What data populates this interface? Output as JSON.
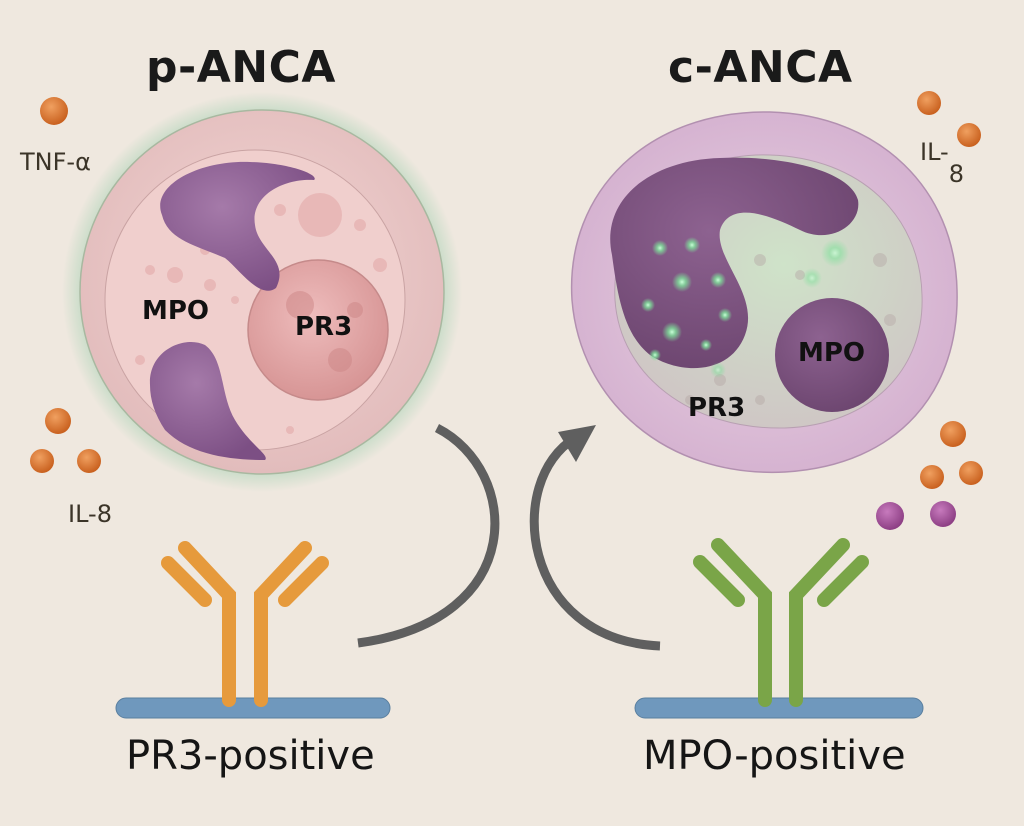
{
  "diagram": {
    "left_panel": {
      "title": "p-ANCA",
      "cell": {
        "labels": {
          "mpo": "MPO",
          "pr3": "PR3"
        },
        "halo_color": "#8cc9a4",
        "membrane_color": "#e2bcbc",
        "nucleus_color": "#8a5a92",
        "granule_color": "#d98c8c"
      },
      "cytokines": [
        {
          "label": "TNF-α",
          "color": "#d9732e"
        },
        {
          "label": "IL-8",
          "color": "#d9732e"
        }
      ],
      "antibody": {
        "color": "#e69a3c"
      },
      "caption": "PR3-positive"
    },
    "right_panel": {
      "title": "c-ANCA",
      "cell": {
        "labels": {
          "mpo": "MPO",
          "pr3": "PR3"
        },
        "membrane_color": "#d6b3d3",
        "nucleus_color": "#7a4f7e",
        "fluorescence_color": "#8de3a5"
      },
      "cytokines": [
        {
          "label": "IL-8",
          "label_main": "IL-",
          "label_sub": "8",
          "color": "#d9732e"
        }
      ],
      "extra_particles_color": "#a4549a",
      "antibody": {
        "color": "#7aa548"
      },
      "caption": "MPO-positive"
    },
    "arrows": {
      "color": "#5f5f5f",
      "direction": "left-to-right cycle"
    },
    "membrane_bar_color": "#6f98bd",
    "background_color": "#efe8df"
  }
}
